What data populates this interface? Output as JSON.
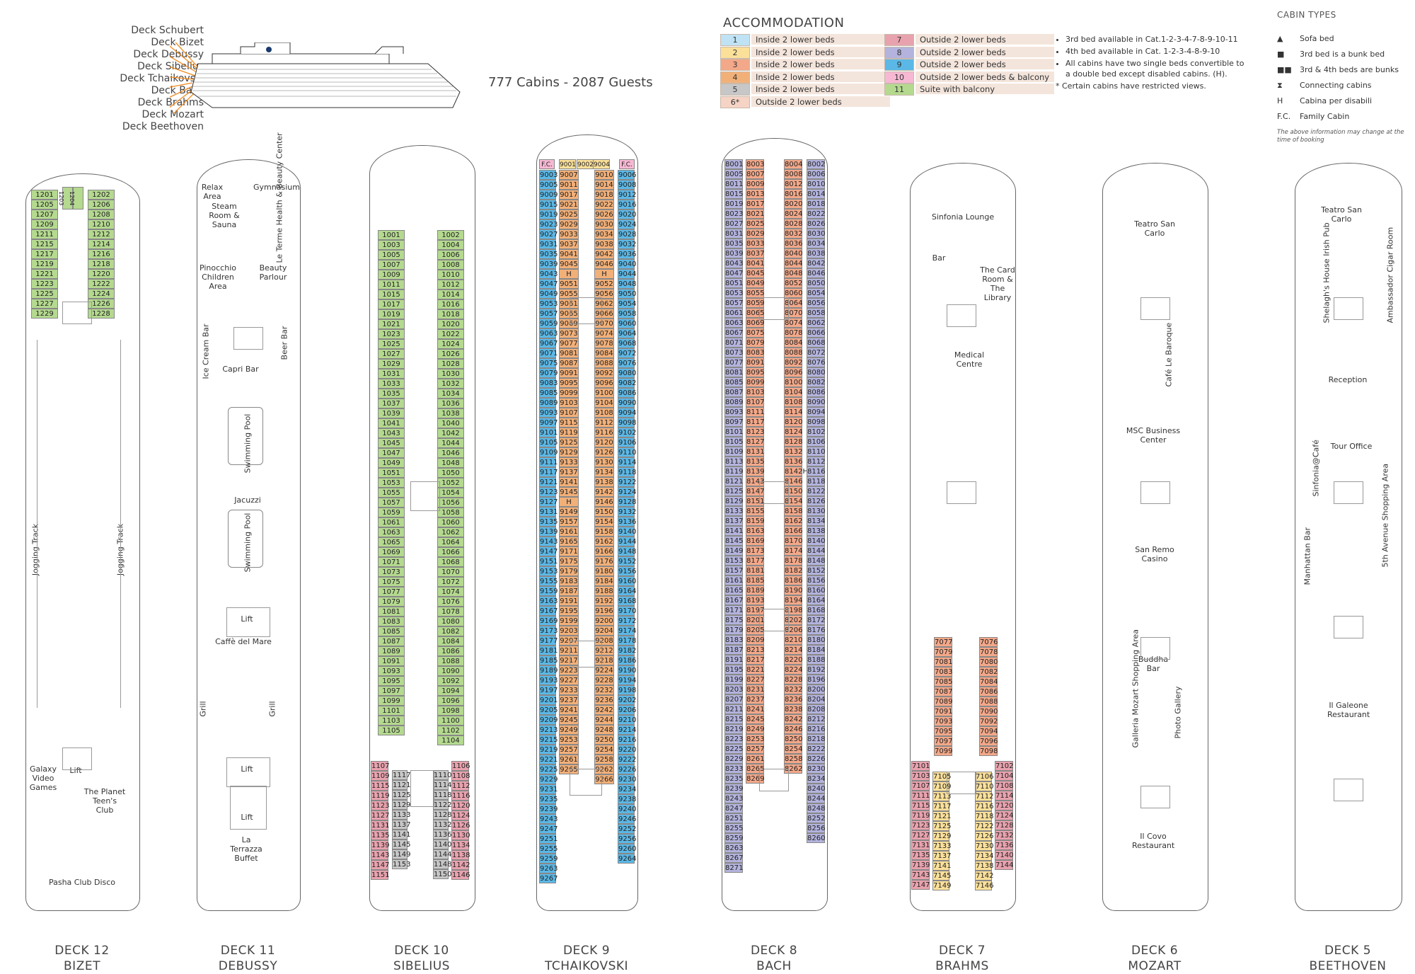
{
  "header": {
    "deck_names": [
      "Deck Schubert",
      "Deck Bizet",
      "Deck Debussy",
      "Deck Sibelius",
      "Deck Tchaikovski",
      "Deck Bach",
      "Deck Brahms",
      "Deck Mozart",
      "Deck Beethoven"
    ],
    "cabin_count": "777 Cabins - 2087 Guests"
  },
  "accommodation": {
    "title": "ACCOMMODATION",
    "left": [
      {
        "num": "1",
        "label": "Inside 2 lower beds",
        "color": "#bfe3f4"
      },
      {
        "num": "2",
        "label": "Inside 2 lower beds",
        "color": "#fbe09a"
      },
      {
        "num": "3",
        "label": "Inside 2 lower beds",
        "color": "#f3a889"
      },
      {
        "num": "4",
        "label": "Inside 2 lower beds",
        "color": "#f2b079"
      },
      {
        "num": "5",
        "label": "Inside 2 lower beds",
        "color": "#c7c7c7"
      },
      {
        "num": "6*",
        "label": "Outside 2 lower beds",
        "color": "#f6d4c5"
      }
    ],
    "right": [
      {
        "num": "7",
        "label": "Outside 2 lower beds",
        "color": "#e8a2ae"
      },
      {
        "num": "8",
        "label": "Outside 2 lower beds",
        "color": "#b3b3dd"
      },
      {
        "num": "9",
        "label": "Outside 2 lower beds",
        "color": "#5bb8e6"
      },
      {
        "num": "10",
        "label": "Outside 2 lower beds & balcony",
        "color": "#f7b8d3"
      },
      {
        "num": "11",
        "label": "Suite with balcony",
        "color": "#b4d98f"
      }
    ],
    "notes": [
      "3rd bed available in Cat.1-2-3-4-7-8-9-10-11",
      "4th bed available in Cat. 1-2-3-4-8-9-10",
      "All cabins have two single beds convertible to a double bed except disabled cabins. (H).",
      "* Certain cabins have restricted views."
    ]
  },
  "cabin_types": {
    "title": "CABIN TYPES",
    "items": [
      {
        "sym": "▲",
        "label": "Sofa bed"
      },
      {
        "sym": "■",
        "label": "3rd bed is a bunk bed"
      },
      {
        "sym": "■■",
        "label": "3rd & 4th beds are bunks"
      },
      {
        "sym": "⧗",
        "label": "Connecting cabins"
      },
      {
        "sym": "H",
        "label": "Cabina per disabili"
      },
      {
        "sym": "F.C.",
        "label": "Family Cabin"
      }
    ],
    "note": "The above information may change at the time of booking"
  },
  "decks": [
    {
      "id": "d12",
      "line1": "DECK 12",
      "line2": "BIZET",
      "venues": [
        "Jogging Track",
        "Jogging Track",
        "Galaxy Video Games",
        "The Planet Teen's Club",
        "Pasha Club Disco",
        "Lift"
      ]
    },
    {
      "id": "d11",
      "line1": "DECK 11",
      "line2": "DEBUSSY",
      "venues": [
        "Relax Area",
        "Gymnasium",
        "Steam Room & Sauna",
        "Le Terme Health & Beauty Center",
        "Pinocchio Children Area",
        "Beauty Parlour",
        "Ice Cream Bar",
        "Beer Bar",
        "Capri Bar",
        "Swimming Pool",
        "Jacuzzi",
        "Swimming Pool",
        "Caffè del Mare",
        "Grill",
        "Grill",
        "La Terrazza Buffet",
        "Lift",
        "Lift",
        "Lift"
      ]
    },
    {
      "id": "d10",
      "line1": "DECK 10",
      "line2": "SIBELIUS"
    },
    {
      "id": "d9",
      "line1": "DECK 9",
      "line2": "TCHAIKOVSKI"
    },
    {
      "id": "d8",
      "line1": "DECK 8",
      "line2": "BACH"
    },
    {
      "id": "d7",
      "line1": "DECK 7",
      "line2": "BRAHMS",
      "venues": [
        "Sinfonia Lounge",
        "Bar",
        "The Card Room & The Library",
        "Medical Centre"
      ]
    },
    {
      "id": "d6",
      "line1": "DECK 6",
      "line2": "MOZART",
      "venues": [
        "Teatro San Carlo",
        "Café Le Baroque",
        "MSC Business Center",
        "San Remo Casino",
        "Buddha Bar",
        "Galleria Mozart Shopping Area",
        "Photo Gallery",
        "Il Covo Restaurant"
      ]
    },
    {
      "id": "d5",
      "line1": "DECK 5",
      "line2": "BEETHOVEN",
      "venues": [
        "Teatro San Carlo",
        "Shelagh's House Irish Pub",
        "Ambassador Cigar Room",
        "Reception",
        "Tour Office",
        "Sinfonia@Café",
        "Manhattan Bar",
        "5th Avenue Shopping Area",
        "Il Galeone Restaurant"
      ]
    }
  ],
  "cabins": {
    "d12_left": [
      "1201",
      "1205",
      "1207",
      "1209",
      "1211",
      "1215",
      "1217",
      "1219",
      "1221",
      "1223",
      "1225",
      "1227",
      "1229"
    ],
    "d12_mid": [
      "1203",
      "1204"
    ],
    "d12_right": [
      "1202",
      "1206",
      "1208",
      "1210",
      "1212",
      "1214",
      "1216",
      "1218",
      "1220",
      "1222",
      "1224",
      "1226",
      "1228"
    ],
    "d10_left": [
      "1001",
      "1003",
      "1005",
      "1007",
      "1009",
      "1011",
      "1015",
      "1017",
      "1019",
      "1021",
      "1023",
      "1025",
      "1027",
      "1029",
      "1031",
      "1033",
      "1035",
      "1037",
      "1039",
      "1041",
      "1043",
      "1045",
      "1047",
      "1049",
      "1051",
      "1053",
      "1055",
      "1057",
      "1059",
      "1061",
      "1063",
      "1065",
      "1069",
      "1071",
      "1073",
      "1075",
      "1077",
      "1079",
      "1081",
      "1083",
      "1085",
      "1087",
      "1089",
      "1091",
      "1093",
      "1095",
      "1097",
      "1099",
      "1101",
      "1103",
      "1105"
    ],
    "d10_right": [
      "1002",
      "1004",
      "1006",
      "1008",
      "1010",
      "1012",
      "1014",
      "1016",
      "1018",
      "1020",
      "1022",
      "1024",
      "1026",
      "1028",
      "1030",
      "1032",
      "1034",
      "1036",
      "1038",
      "1040",
      "1042",
      "1044",
      "1046",
      "1048",
      "1050",
      "1052",
      "1054",
      "1056",
      "1058",
      "1060",
      "1062",
      "1064",
      "1066",
      "1068",
      "1070",
      "1072",
      "1074",
      "1076",
      "1078",
      "1080",
      "1082",
      "1084",
      "1086",
      "1088",
      "1090",
      "1092",
      "1094",
      "1096",
      "1098",
      "1100",
      "1102",
      "1104"
    ],
    "d10_left_pink": [
      "1107",
      "1109",
      "1115",
      "1119",
      "1123",
      "1127",
      "1131",
      "1135",
      "1139",
      "1143",
      "1147",
      "1151"
    ],
    "d10_left_grey": [
      "1117",
      "1121",
      "1125",
      "1129",
      "1133",
      "1137",
      "1141",
      "1145",
      "1149",
      "1153"
    ],
    "d10_right_grey": [
      "1110",
      "1114",
      "1118",
      "1122",
      "1128",
      "1132",
      "1136",
      "1140",
      "1144",
      "1148",
      "1150"
    ],
    "d10_right_pink": [
      "1106",
      "1108",
      "1112",
      "1116",
      "1120",
      "1124",
      "1126",
      "1130",
      "1134",
      "1138",
      "1142",
      "1146"
    ],
    "d9_top": [
      "F.C.",
      "9001",
      "9002",
      "9004",
      "F.C."
    ],
    "d9_left": [
      "9003",
      "9005",
      "9009",
      "9015",
      "9019",
      "9023",
      "9027",
      "9031",
      "9035",
      "9039",
      "9043",
      "9047",
      "9049",
      "9053",
      "9057",
      "9059",
      "9063",
      "9067",
      "9071",
      "9075",
      "9079",
      "9083",
      "9085",
      "9089",
      "9093",
      "9097",
      "9101",
      "9105",
      "9109",
      "9111",
      "9117",
      "9121",
      "9123",
      "9127",
      "9131",
      "9135",
      "9139",
      "9143",
      "9147",
      "9151",
      "9153",
      "9155",
      "9159",
      "9163",
      "9167",
      "9169",
      "9173",
      "9177",
      "9181",
      "9185",
      "9189",
      "9193",
      "9197",
      "9201",
      "9205",
      "9209",
      "9213",
      "9215",
      "9219",
      "9221",
      "9225",
      "9229",
      "9231",
      "9235",
      "9239",
      "9243",
      "9247",
      "9251",
      "9255",
      "9259",
      "9263",
      "9267"
    ],
    "d9_midl": [
      "9007",
      "9011",
      "9017",
      "9021",
      "9025",
      "9029",
      "9033",
      "9037",
      "9041",
      "9045",
      "H",
      "9051",
      "9055",
      "9061",
      "9065",
      "9069",
      "9073",
      "9077",
      "9081",
      "9087",
      "9091",
      "9095",
      "9099",
      "9103",
      "9107",
      "9115",
      "9119",
      "9125",
      "9129",
      "9133",
      "9137",
      "9141",
      "9145",
      "H",
      "9149",
      "9157",
      "9161",
      "9165",
      "9171",
      "9175",
      "9179",
      "9183",
      "9187",
      "9191",
      "9195",
      "9199",
      "9203",
      "9207",
      "9211",
      "9217",
      "9223",
      "9227",
      "9233",
      "9237",
      "9241",
      "9245",
      "9249",
      "9253",
      "9257",
      "9261",
      "9265"
    ],
    "d9_midr": [
      "9010",
      "9014",
      "9018",
      "9022",
      "9026",
      "9030",
      "9034",
      "9038",
      "9042",
      "9046",
      "H",
      "9052",
      "9056",
      "9062",
      "9066",
      "9070",
      "9074",
      "9078",
      "9084",
      "9088",
      "9092",
      "9096",
      "9100",
      "9104",
      "9108",
      "9112",
      "9116",
      "9120",
      "9126",
      "9130",
      "9134",
      "9138",
      "9142",
      "9146",
      "9150",
      "9154",
      "9158",
      "9162",
      "9166",
      "9176",
      "9180",
      "9184",
      "9188",
      "9192",
      "9196",
      "9200",
      "9204",
      "9208",
      "9212",
      "9218",
      "9224",
      "9228",
      "9232",
      "9236",
      "9242",
      "9244",
      "9248",
      "9250",
      "9254",
      "9258",
      "9262",
      "9266"
    ],
    "d9_right": [
      "9006",
      "9008",
      "9012",
      "9016",
      "9020",
      "9024",
      "9028",
      "9032",
      "9036",
      "9040",
      "9044",
      "9048",
      "9050",
      "9054",
      "9058",
      "9060",
      "9064",
      "9068",
      "9072",
      "9076",
      "9080",
      "9082",
      "9086",
      "9090",
      "9094",
      "9098",
      "9102",
      "9106",
      "9110",
      "9114",
      "9118",
      "9122",
      "9124",
      "9128",
      "9132",
      "9136",
      "9140",
      "9144",
      "9148",
      "9152",
      "9156",
      "9160",
      "9164",
      "9168",
      "9170",
      "9172",
      "9174",
      "9178",
      "9182",
      "9186",
      "9190",
      "9194",
      "9198",
      "9202",
      "9206",
      "9210",
      "9214",
      "9216",
      "9220",
      "9222",
      "9226",
      "9230",
      "9234",
      "9238",
      "9240",
      "9246",
      "9252",
      "9256",
      "9260",
      "9264"
    ],
    "d8_left": [
      "8001",
      "8005",
      "8011",
      "8015",
      "8019",
      "8023",
      "8027",
      "8031",
      "8035",
      "8039",
      "8043",
      "8047",
      "8051",
      "8053",
      "8057",
      "8061",
      "8063",
      "8067",
      "8071",
      "8073",
      "8077",
      "8081",
      "8085",
      "8087",
      "8089",
      "8093",
      "8097",
      "8101",
      "8105",
      "8109",
      "8113",
      "8119",
      "8121",
      "8125",
      "8129",
      "8133",
      "8137",
      "8141",
      "8145",
      "8149",
      "8153",
      "8157",
      "8161",
      "8165",
      "8167",
      "8171",
      "8175",
      "8179",
      "8183",
      "8187",
      "8191",
      "8195",
      "8199",
      "8203",
      "8207",
      "8211",
      "8215",
      "8219",
      "8223",
      "8225",
      "8229",
      "8233",
      "8235",
      "8239",
      "8243",
      "8247",
      "8251",
      "8255",
      "8259",
      "8263",
      "8267",
      "8271"
    ],
    "d8_midl": [
      "8003",
      "8007",
      "8009",
      "8013",
      "8017",
      "8021",
      "8025",
      "8029",
      "8033",
      "8037",
      "8041",
      "8045",
      "8049",
      "8055",
      "8059",
      "8065",
      "8069",
      "8075",
      "8079",
      "8083",
      "8091",
      "8095",
      "8099",
      "8103",
      "8107",
      "8111",
      "8117",
      "8123",
      "8127",
      "8131",
      "8135",
      "8139",
      "8143",
      "8147",
      "8151",
      "8155",
      "8159",
      "8163",
      "8169",
      "8173",
      "8177",
      "8181",
      "8185",
      "8189",
      "8193",
      "8197",
      "8201",
      "8205",
      "8209",
      "8213",
      "8217",
      "8221",
      "8227",
      "8231",
      "8237",
      "8241",
      "8245",
      "8249",
      "8253",
      "8257",
      "8261",
      "8265",
      "8269"
    ],
    "d8_midr": [
      "8004",
      "8008",
      "8012",
      "8016",
      "8020",
      "8024",
      "8028",
      "8032",
      "8036",
      "8040",
      "8044",
      "8048",
      "8052",
      "8060",
      "8064",
      "8070",
      "8074",
      "8078",
      "8084",
      "8088",
      "8092",
      "8096",
      "8100",
      "8104",
      "8108",
      "8114",
      "8120",
      "8124",
      "8128",
      "8132",
      "8136",
      "8142H",
      "8146",
      "8150",
      "8154",
      "8158",
      "8162",
      "8166",
      "8170",
      "8174",
      "8178",
      "8182",
      "8186",
      "8190",
      "8194",
      "8198",
      "8202",
      "8206",
      "8210",
      "8214",
      "8220",
      "8224",
      "8228",
      "8232",
      "8236",
      "8238",
      "8242",
      "8246",
      "8250",
      "8254",
      "8258",
      "8262"
    ],
    "d8_right": [
      "8002",
      "8006",
      "8010",
      "8014",
      "8018",
      "8022",
      "8026",
      "8030",
      "8034",
      "8038",
      "8042",
      "8046",
      "8050",
      "8054",
      "8056",
      "8058",
      "8062",
      "8066",
      "8068",
      "8072",
      "8076",
      "8080",
      "8082",
      "8086",
      "8090",
      "8094",
      "8098",
      "8102",
      "8106",
      "8110",
      "8112",
      "8116",
      "8118",
      "8122",
      "8126",
      "8130",
      "8134",
      "8138",
      "8140",
      "8144",
      "8148",
      "8152",
      "8156",
      "8160",
      "8164",
      "8168",
      "8172",
      "8176",
      "8180",
      "8184",
      "8188",
      "8192",
      "8196",
      "8200",
      "8204",
      "8208",
      "8212",
      "8216",
      "8218",
      "8222",
      "8226",
      "8230",
      "8234",
      "8240",
      "8244",
      "8248",
      "8252",
      "8256",
      "8260"
    ],
    "d7_midl": [
      "7077",
      "7079",
      "7081",
      "7083",
      "7085",
      "7087",
      "7089",
      "7091",
      "7093",
      "7095",
      "7097",
      "7099"
    ],
    "d7_midr": [
      "7076",
      "7078",
      "7080",
      "7082",
      "7084",
      "7086",
      "7088",
      "7090",
      "7092",
      "7094",
      "7096",
      "7098"
    ],
    "d7_left": [
      "7101",
      "7103",
      "7107",
      "7111",
      "7115",
      "7119",
      "7123",
      "7127",
      "7131",
      "7135",
      "7139",
      "7143",
      "7147"
    ],
    "d7_inl": [
      "7105",
      "7109",
      "7113",
      "7117",
      "7121",
      "7125",
      "7129",
      "7133",
      "7137",
      "7141",
      "7145",
      "7149"
    ],
    "d7_inr": [
      "7106",
      "7110",
      "7112",
      "7116",
      "7118",
      "7122",
      "7126",
      "7130",
      "7134",
      "7138",
      "7142",
      "7146"
    ],
    "d7_right": [
      "7102",
      "7104",
      "7108",
      "7114",
      "7120",
      "7124",
      "7128",
      "7132",
      "7136",
      "7140",
      "7144"
    ]
  }
}
